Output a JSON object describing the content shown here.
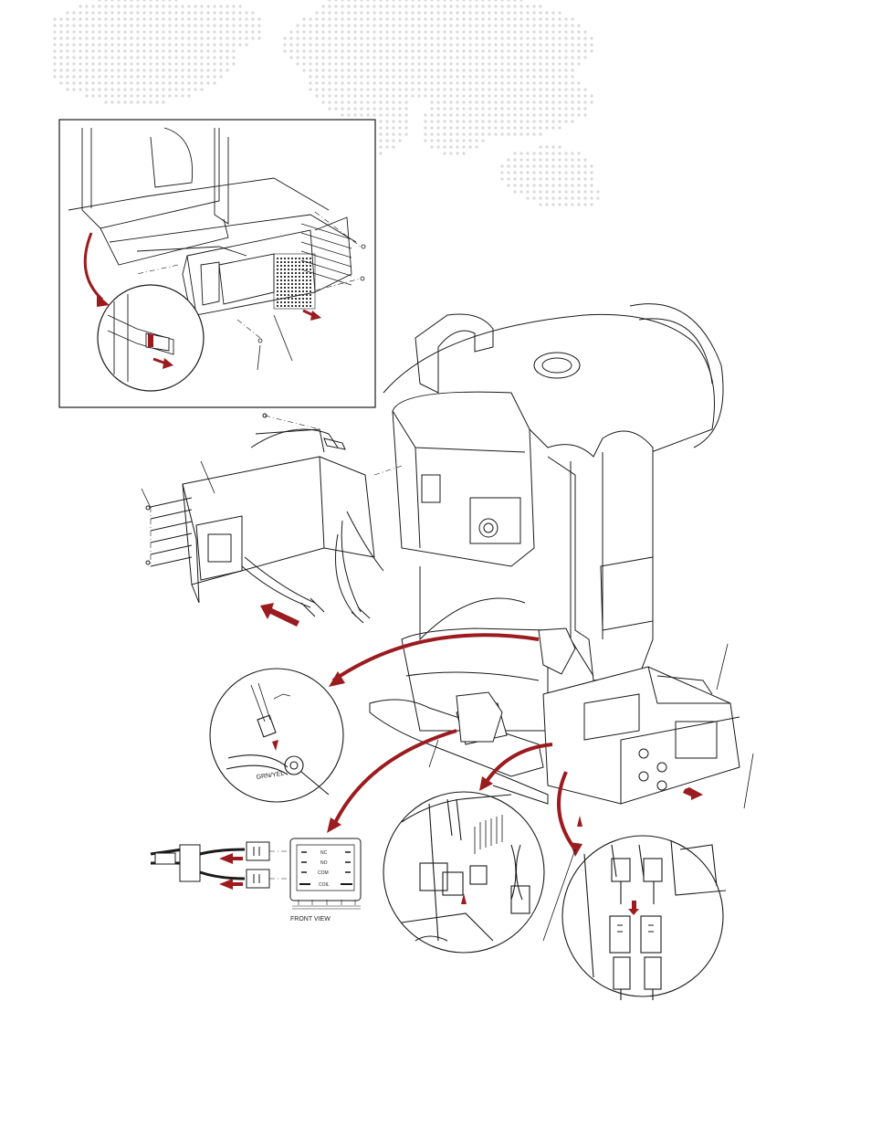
{
  "colors": {
    "line": "#1a1a1a",
    "accent": "#9b1b1f",
    "map_dots": "#d9d9d9",
    "background": "#ffffff"
  },
  "labels": {
    "wire_color": "GRN/YEL",
    "relay_nc": "NC",
    "relay_no": "NO",
    "relay_com": "COM",
    "relay_coil": "COIL",
    "front_view": "FRONT VIEW"
  }
}
